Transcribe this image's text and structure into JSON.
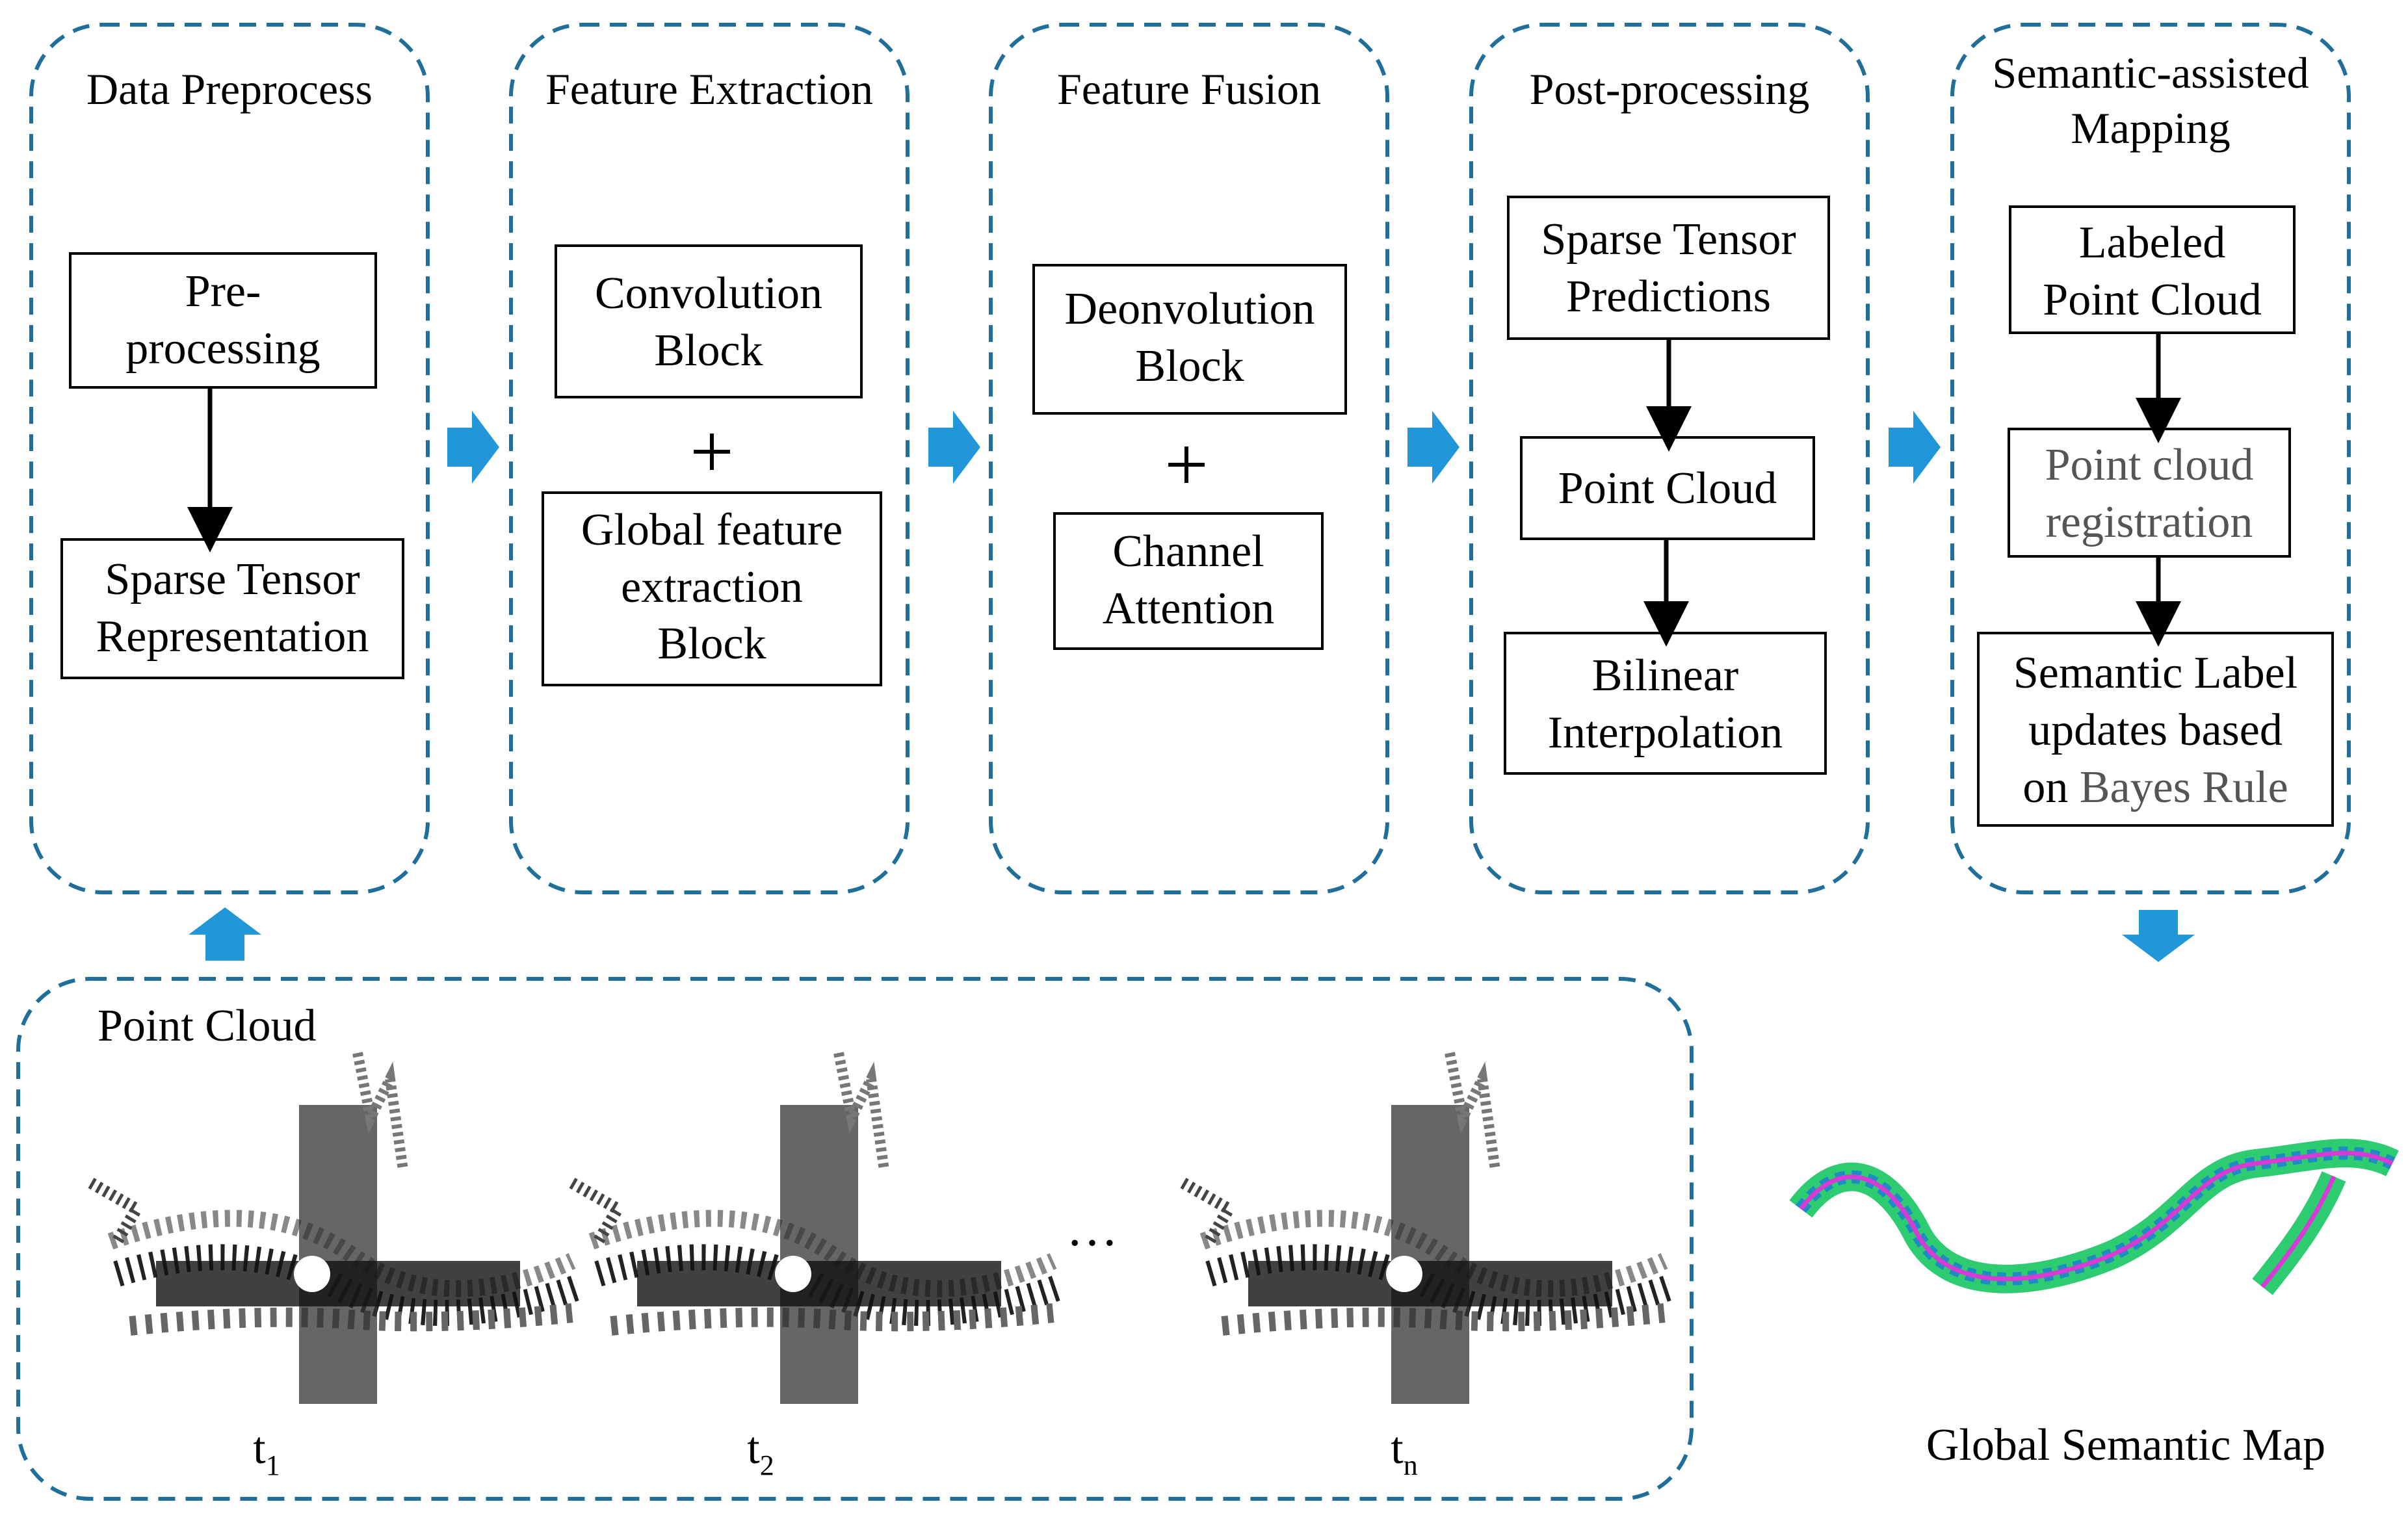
{
  "panels": [
    {
      "title": "Data Preprocess",
      "boxes": [
        "Pre-\nprocessing",
        "Sparse Tensor\nRepresentation"
      ]
    },
    {
      "title": "Feature Extraction",
      "boxes": [
        "Convolution\nBlock",
        "Global feature\nextraction\nBlock"
      ],
      "operator": "+"
    },
    {
      "title": "Feature Fusion",
      "boxes": [
        "Deonvolution\nBlock",
        "Channel\nAttention"
      ],
      "operator": "+"
    },
    {
      "title": "Post-processing",
      "boxes": [
        "Sparse Tensor\nPredictions",
        "Point Cloud",
        "Bilinear\nInterpolation"
      ]
    },
    {
      "title_line1": "Semantic-assisted",
      "title_line2": "Mapping",
      "box1_line1": "Labeled",
      "box1_line2": "Point Cloud",
      "box2_line1": "Point cloud",
      "box2_line2": "registration",
      "box3_line1": "Semantic Label",
      "box3_line2": "updates based",
      "box3_line3_a": "on ",
      "box3_line3_b": "Bayes Rule"
    }
  ],
  "bottom": {
    "title": "Point Cloud",
    "ellipsis": "…",
    "frame_labels": [
      {
        "base": "t",
        "sub": "1"
      },
      {
        "base": "t",
        "sub": "2"
      },
      {
        "base": "t",
        "sub": "n"
      }
    ]
  },
  "output_label": "Global Semantic Map",
  "colors": {
    "dashed_border": "#1f6f9a",
    "flow_arrow": "#2196d8",
    "box_border": "#000000"
  }
}
